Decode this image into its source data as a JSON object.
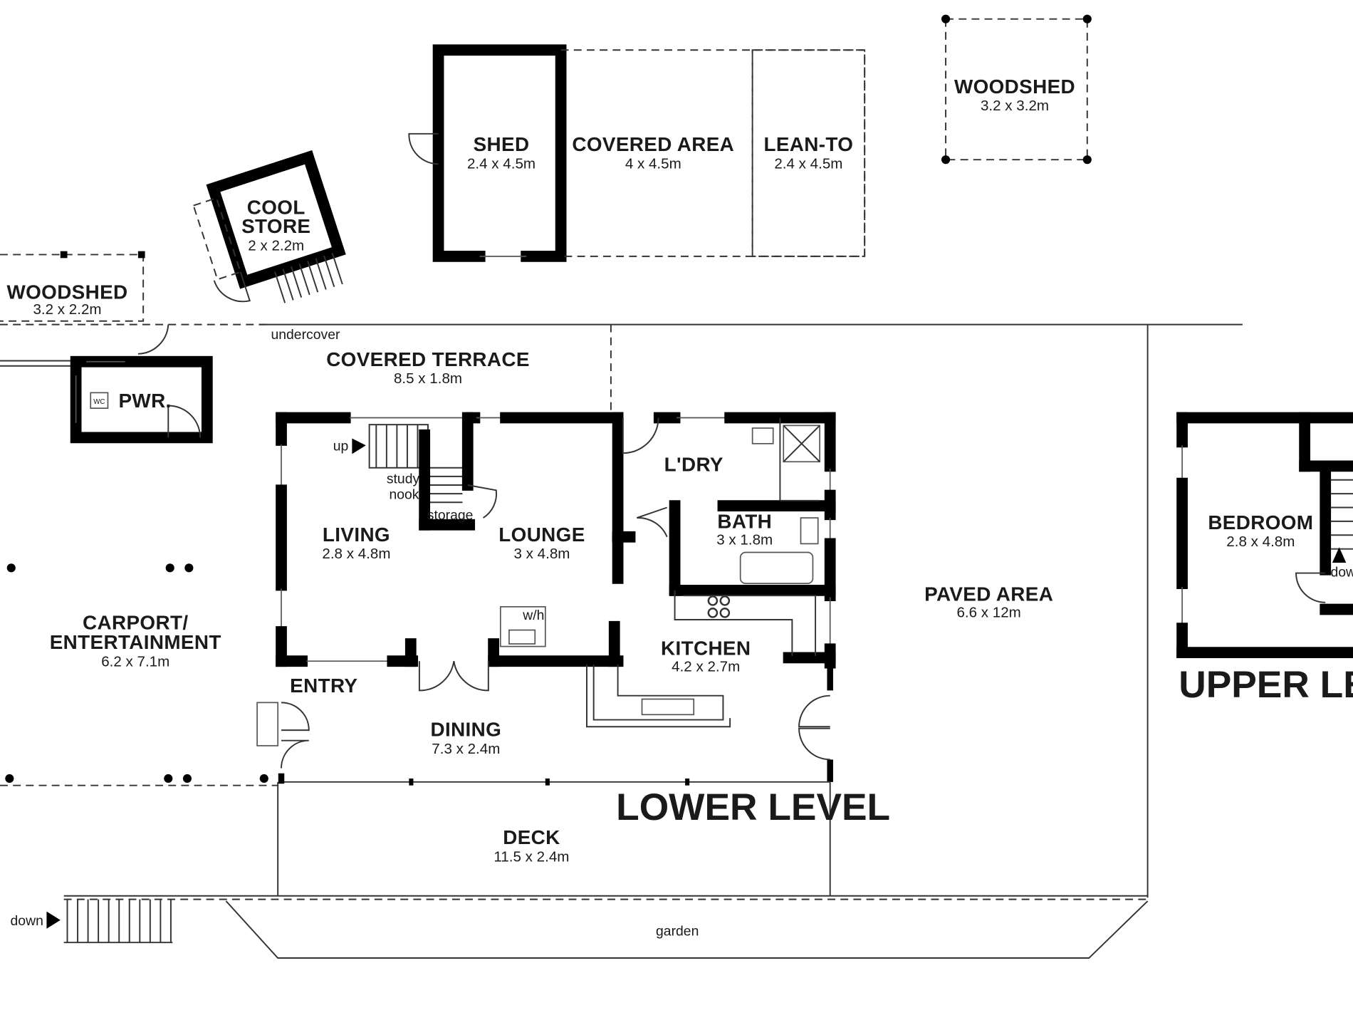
{
  "rooms": {
    "woodshed_top": {
      "name": "WOODSHED",
      "dim": "3.2 x 3.2m"
    },
    "shed": {
      "name": "SHED",
      "dim": "2.4 x 4.5m"
    },
    "covered_area": {
      "name": "COVERED AREA",
      "dim": "4 x 4.5m"
    },
    "lean_to": {
      "name": "LEAN-TO",
      "dim": "2.4 x 4.5m"
    },
    "cool_store": {
      "name_line1": "COOL",
      "name_line2": "STORE",
      "dim": "2 x 2.2m"
    },
    "woodshed_left": {
      "name": "WOODSHED",
      "dim": "3.2 x 2.2m"
    },
    "covered_terrace": {
      "name": "COVERED TERRACE",
      "dim": "8.5 x 1.8m"
    },
    "pwr": {
      "name": "PWR."
    },
    "living": {
      "name": "LIVING",
      "dim": "2.8 x 4.8m"
    },
    "lounge": {
      "name": "LOUNGE",
      "dim": "3 x 4.8m"
    },
    "ldry": {
      "name": "L'DRY"
    },
    "bath": {
      "name": "BATH",
      "dim": "3 x 1.8m"
    },
    "kitchen": {
      "name": "KITCHEN",
      "dim": "4.2 x 2.7m"
    },
    "carport": {
      "name_line1": "CARPORT/",
      "name_line2": "ENTERTAINMENT",
      "dim": "6.2 x 7.1m"
    },
    "entry": {
      "name": "ENTRY"
    },
    "dining": {
      "name": "DINING",
      "dim": "7.3 x 2.4m"
    },
    "deck": {
      "name": "DECK",
      "dim": "11.5 x 2.4m"
    },
    "paved_area": {
      "name": "PAVED AREA",
      "dim": "6.6 x 12m"
    },
    "bedroom": {
      "name": "BEDROOM",
      "dim": "2.8 x 4.8m"
    }
  },
  "labels": {
    "undercover": "undercover",
    "up": "up",
    "study_line1": "study",
    "study_line2": "nook",
    "storage": "storage",
    "wh": "w/h",
    "wc": "WC",
    "down_left": "down",
    "down_upper": "dow",
    "garden": "garden"
  },
  "levels": {
    "lower": "LOWER LEVEL",
    "upper": "UPPER LEVE"
  }
}
